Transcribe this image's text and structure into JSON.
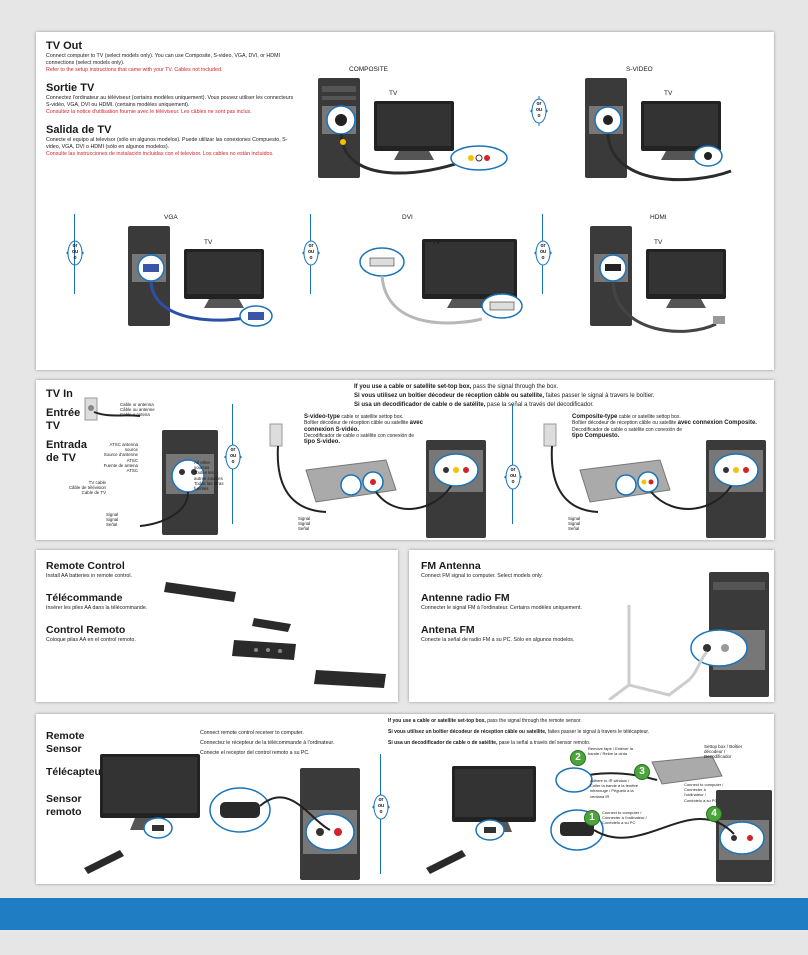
{
  "tv_out": {
    "title_en": "TV Out",
    "body_en": "Connect computer to TV (select models only). You can use Composite, S-video, VGA, DVI, or HDMI connections (select models only).",
    "note_en": "Refer to the setup instructions that came with your TV. Cables not included.",
    "title_fr": "Sortie TV",
    "body_fr": "Connectez l'ordinateur au téléviseur (certains modèles uniquement). Vous pouvez utiliser les connecteurs S-vidéo, VGA, DVI ou HDMI. (certains modèles uniquement).",
    "note_fr": "Consultez la notice d'utilisation fournie avec le téléviseur. Les câbles ne sont pas inclus.",
    "title_es": "Salida de TV",
    "body_es": "Conecte el equipo al televisor (sólo en algunos modelos). Puede utilizar las conexiones Compuesto, S-video, VGA, DVI o HDMI (sólo en algunos modelos).",
    "note_es": "Consulte las instrucciones de instalación incluidas con el televisor. Los cables no están incluidos.",
    "composite": "COMPOSITE",
    "svideo": "S-VIDEO",
    "vga": "VGA",
    "dvi": "DVI",
    "hdmi": "HDMI",
    "tv": "TV"
  },
  "or_label": {
    "en": "or",
    "fr": "ou",
    "es": "o"
  },
  "tv_in": {
    "title_en": "TV In",
    "title_fr": "Entrée TV",
    "title_es": "Entrada de TV",
    "settop_en_b": "If you use a cable or satellite set-top box,",
    "settop_en": "pass the signal through the box.",
    "settop_fr_b": "Si vous utilisez un boîtier décodeur de réception câble ou satellite,",
    "settop_fr": "faites passer le signal à travers le boîtier.",
    "settop_es_b": "Si usa un decodificador de cable o de satélite,",
    "settop_es": "pase la señal a través del decodificador.",
    "cable_antenna": "Cable or antenna",
    "cable_antenne": "Câble ou antenne",
    "cable_antena": "Cable o antena",
    "atsc": "ATSC antenna source",
    "atsc_fr": "Source d'antenne ATSC",
    "atsc_es": "Fuente de antena ATSC",
    "all_other": "All other sources",
    "all_other_fr": "Toutes les autres sources",
    "all_other_es": "Todas las otras fuentes",
    "tv_cable": "TV cable",
    "tv_cable_fr": "Câble de télévision",
    "tv_cable_es": "Cable de TV",
    "signal": "Signal",
    "signal_fr": "Signal",
    "signal_es": "Señal",
    "svideo_type": "S-video-type",
    "svideo_type_rest": "cable or satellite settop box.",
    "svideo_fr": "Boîtier décodeur de réception câble ou satellite",
    "svideo_fr_b": "avec connexion S-vidéo.",
    "svideo_es": "Decodificador de cable o satélite con conexión de",
    "svideo_es_b": "tipo S-video.",
    "composite_type": "Composite-type",
    "composite_type_rest": "cable or satellite settop box.",
    "composite_fr": "Boîtier décodeur de réception câble ou satellite",
    "composite_fr_b": "avec connexion Composite.",
    "composite_es": "Decodificador de cable o satélite con conexión de",
    "composite_es_b": "tipo Compuesto."
  },
  "remote": {
    "title_en": "Remote Control",
    "body_en": "Install AA batteries in remote control.",
    "title_fr": "Télécommande",
    "body_fr": "Insérer les piles AA dans la télécommande.",
    "title_es": "Control Remoto",
    "body_es": "Coloque pilas AA en el control remoto."
  },
  "fm": {
    "title_en": "FM Antenna",
    "body_en": "Connect FM signal to computer. Select models only.",
    "title_fr": "Antenne radio FM",
    "body_fr": "Connecter le signal FM à l'ordinateur. Certains modèles uniquement.",
    "title_es": "Antena FM",
    "body_es": "Conecte la señal de radio FM a su PC. Sólo en algunos modelos."
  },
  "sensor": {
    "title_en": "Remote Sensor",
    "title_fr": "Télécapteur",
    "title_es": "Sensor remoto",
    "body_en": "Connect remote control receiver to computer.",
    "body_fr": "Connectez le récepteur de la télécommande à l'ordinateur.",
    "body_es": "Conecte el receptor del control remoto a su PC.",
    "settop_en_b": "If you use a cable or satellite set-top box,",
    "settop_en": "pass the signal through the remote sensor.",
    "settop_fr_b": "Si vous utilisez un boîtier décodeur de réception câble ou satellite,",
    "settop_fr": "faites passer le signal à travers le télécapteur.",
    "settop_es_b": "Si usa un decodificador de cable o de satélite,",
    "settop_es": "pase la señal a través del sensor remoto.",
    "step1": "Connect to computer / Connecter à l'ordinateur / Conéctelo a su PC",
    "step2": "Remove tape / Enlever la bande / Retire la cinta",
    "step3": "Adhere to IR window / Coller la bande à la fenêtre infrarouge / Péguelo a la ventana IR",
    "step4": "Connect to computer / Connecter à l'ordinateur / Conéctelo a su PC",
    "settop": "Settop box / Boîtier décodeur / Decodificador",
    "n1": "1",
    "n2": "2",
    "n3": "3",
    "n4": "4"
  }
}
